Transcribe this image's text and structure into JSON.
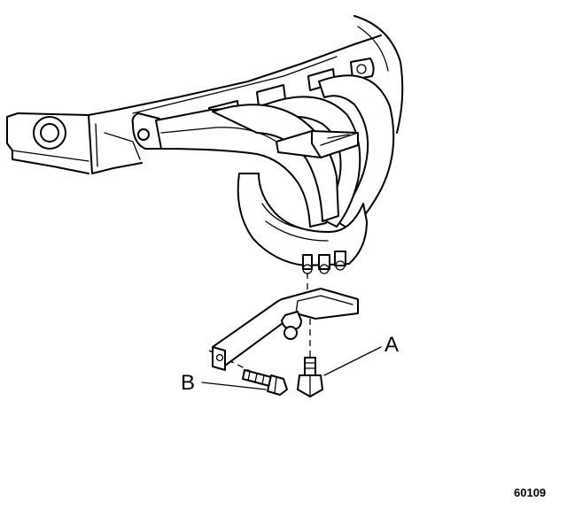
{
  "callouts": {
    "a": "A",
    "b": "B"
  },
  "figure_code": "60109"
}
